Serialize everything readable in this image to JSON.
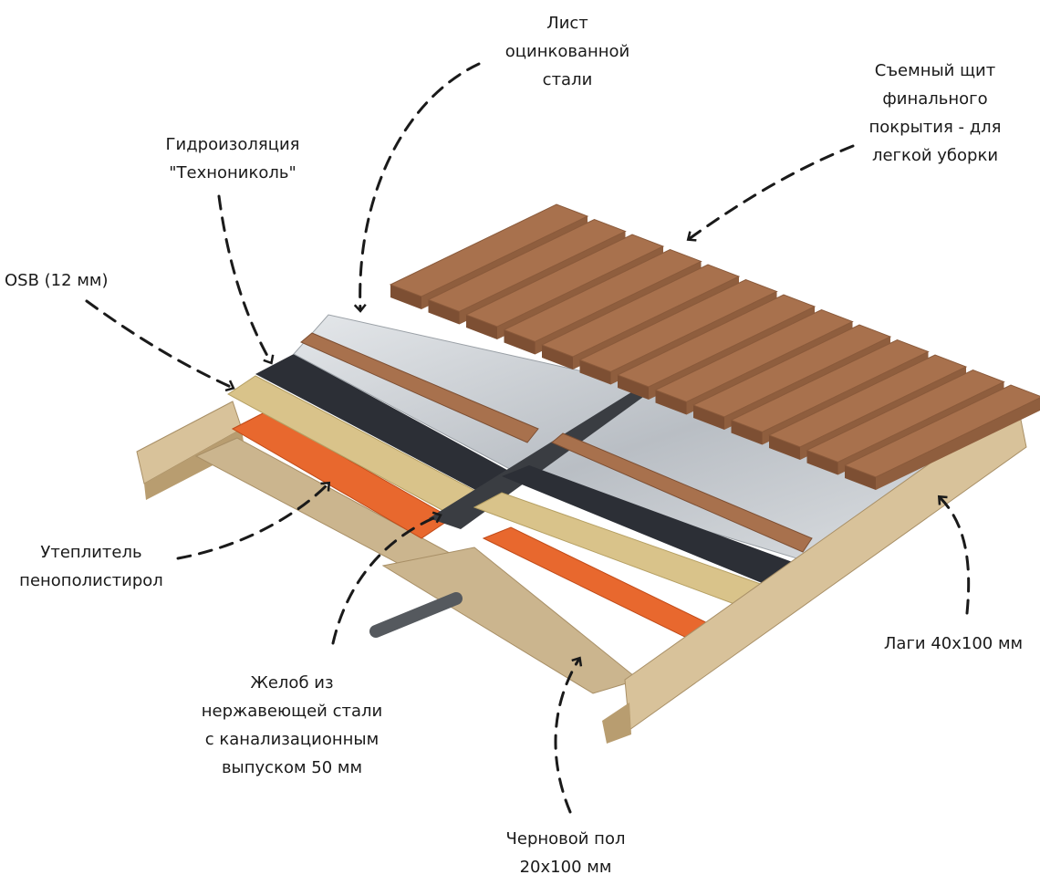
{
  "colors": {
    "wood_deck": "#a8714d",
    "wood_deck_side": "#7d4f33",
    "steel": "#c9cdd2",
    "membrane": "#2c2f36",
    "osb": "#d9c38a",
    "insulation": "#e8682e",
    "lag": "#d8c29a",
    "subfloor": "#cbb58e",
    "arrow": "#1a1a1a"
  },
  "labels": {
    "steel": [
      "Лист",
      "оцинкованной",
      "стали"
    ],
    "shield": [
      "Съемный щит",
      "финального",
      "покрытия - для",
      "легкой уборки"
    ],
    "waterproofing": [
      "Гидроизоляция",
      "\"Технониколь\""
    ],
    "osb": [
      "OSB (12 мм)"
    ],
    "insulation": [
      "Утеплитель",
      "пенополистирол"
    ],
    "gutter": [
      "Желоб из",
      "нержавеющей стали",
      "с канализационным",
      "выпуском 50 мм"
    ],
    "lags": [
      "Лаги 40х100 мм"
    ],
    "subfloor": [
      "Черновой пол",
      "20х100 мм"
    ]
  }
}
